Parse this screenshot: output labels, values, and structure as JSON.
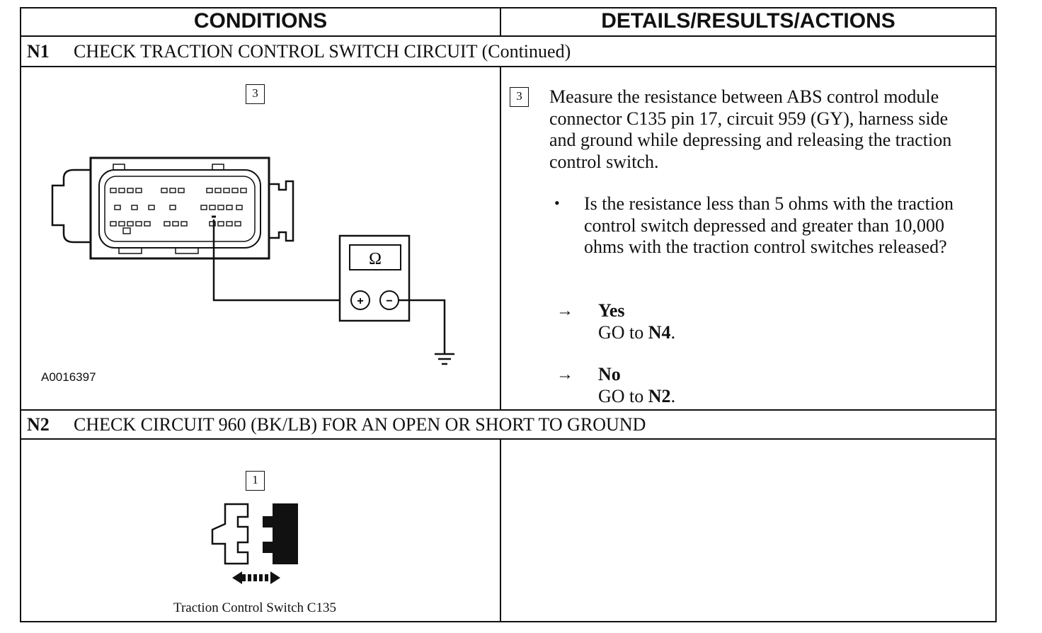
{
  "header": {
    "conditions": "CONDITIONS",
    "details": "DETAILS/RESULTS/ACTIONS"
  },
  "step_n1": {
    "id": "N1",
    "title": "CHECK TRACTION CONTROL SWITCH CIRCUIT (Continued)",
    "diagram_step": "3",
    "ohm_symbol": "Ω",
    "plus_symbol": "+",
    "minus_symbol": "−",
    "figure_code": "A0016397",
    "action_step": "3",
    "action_text": "Measure the resistance between ABS control module connector C135 pin 17, circuit 959 (GY), harness side and ground while depressing and releasing the traction control switch.",
    "bullet": "•",
    "question": "Is the resistance less than 5 ohms with the traction control switch depressed and greater than 10,000 ohms with the traction control switches released?",
    "arrow_symbol": "→",
    "yes_label": "Yes",
    "yes_prefix": "GO to ",
    "yes_target": "N4",
    "yes_suffix": ".",
    "no_label": "No",
    "no_prefix": "GO to ",
    "no_target": "N2",
    "no_suffix": "."
  },
  "step_n2": {
    "id": "N2",
    "title": "CHECK CIRCUIT 960 (BK/LB) FOR AN OPEN OR SHORT TO GROUND",
    "diagram_step": "1",
    "caption": "Traction Control Switch C135"
  }
}
